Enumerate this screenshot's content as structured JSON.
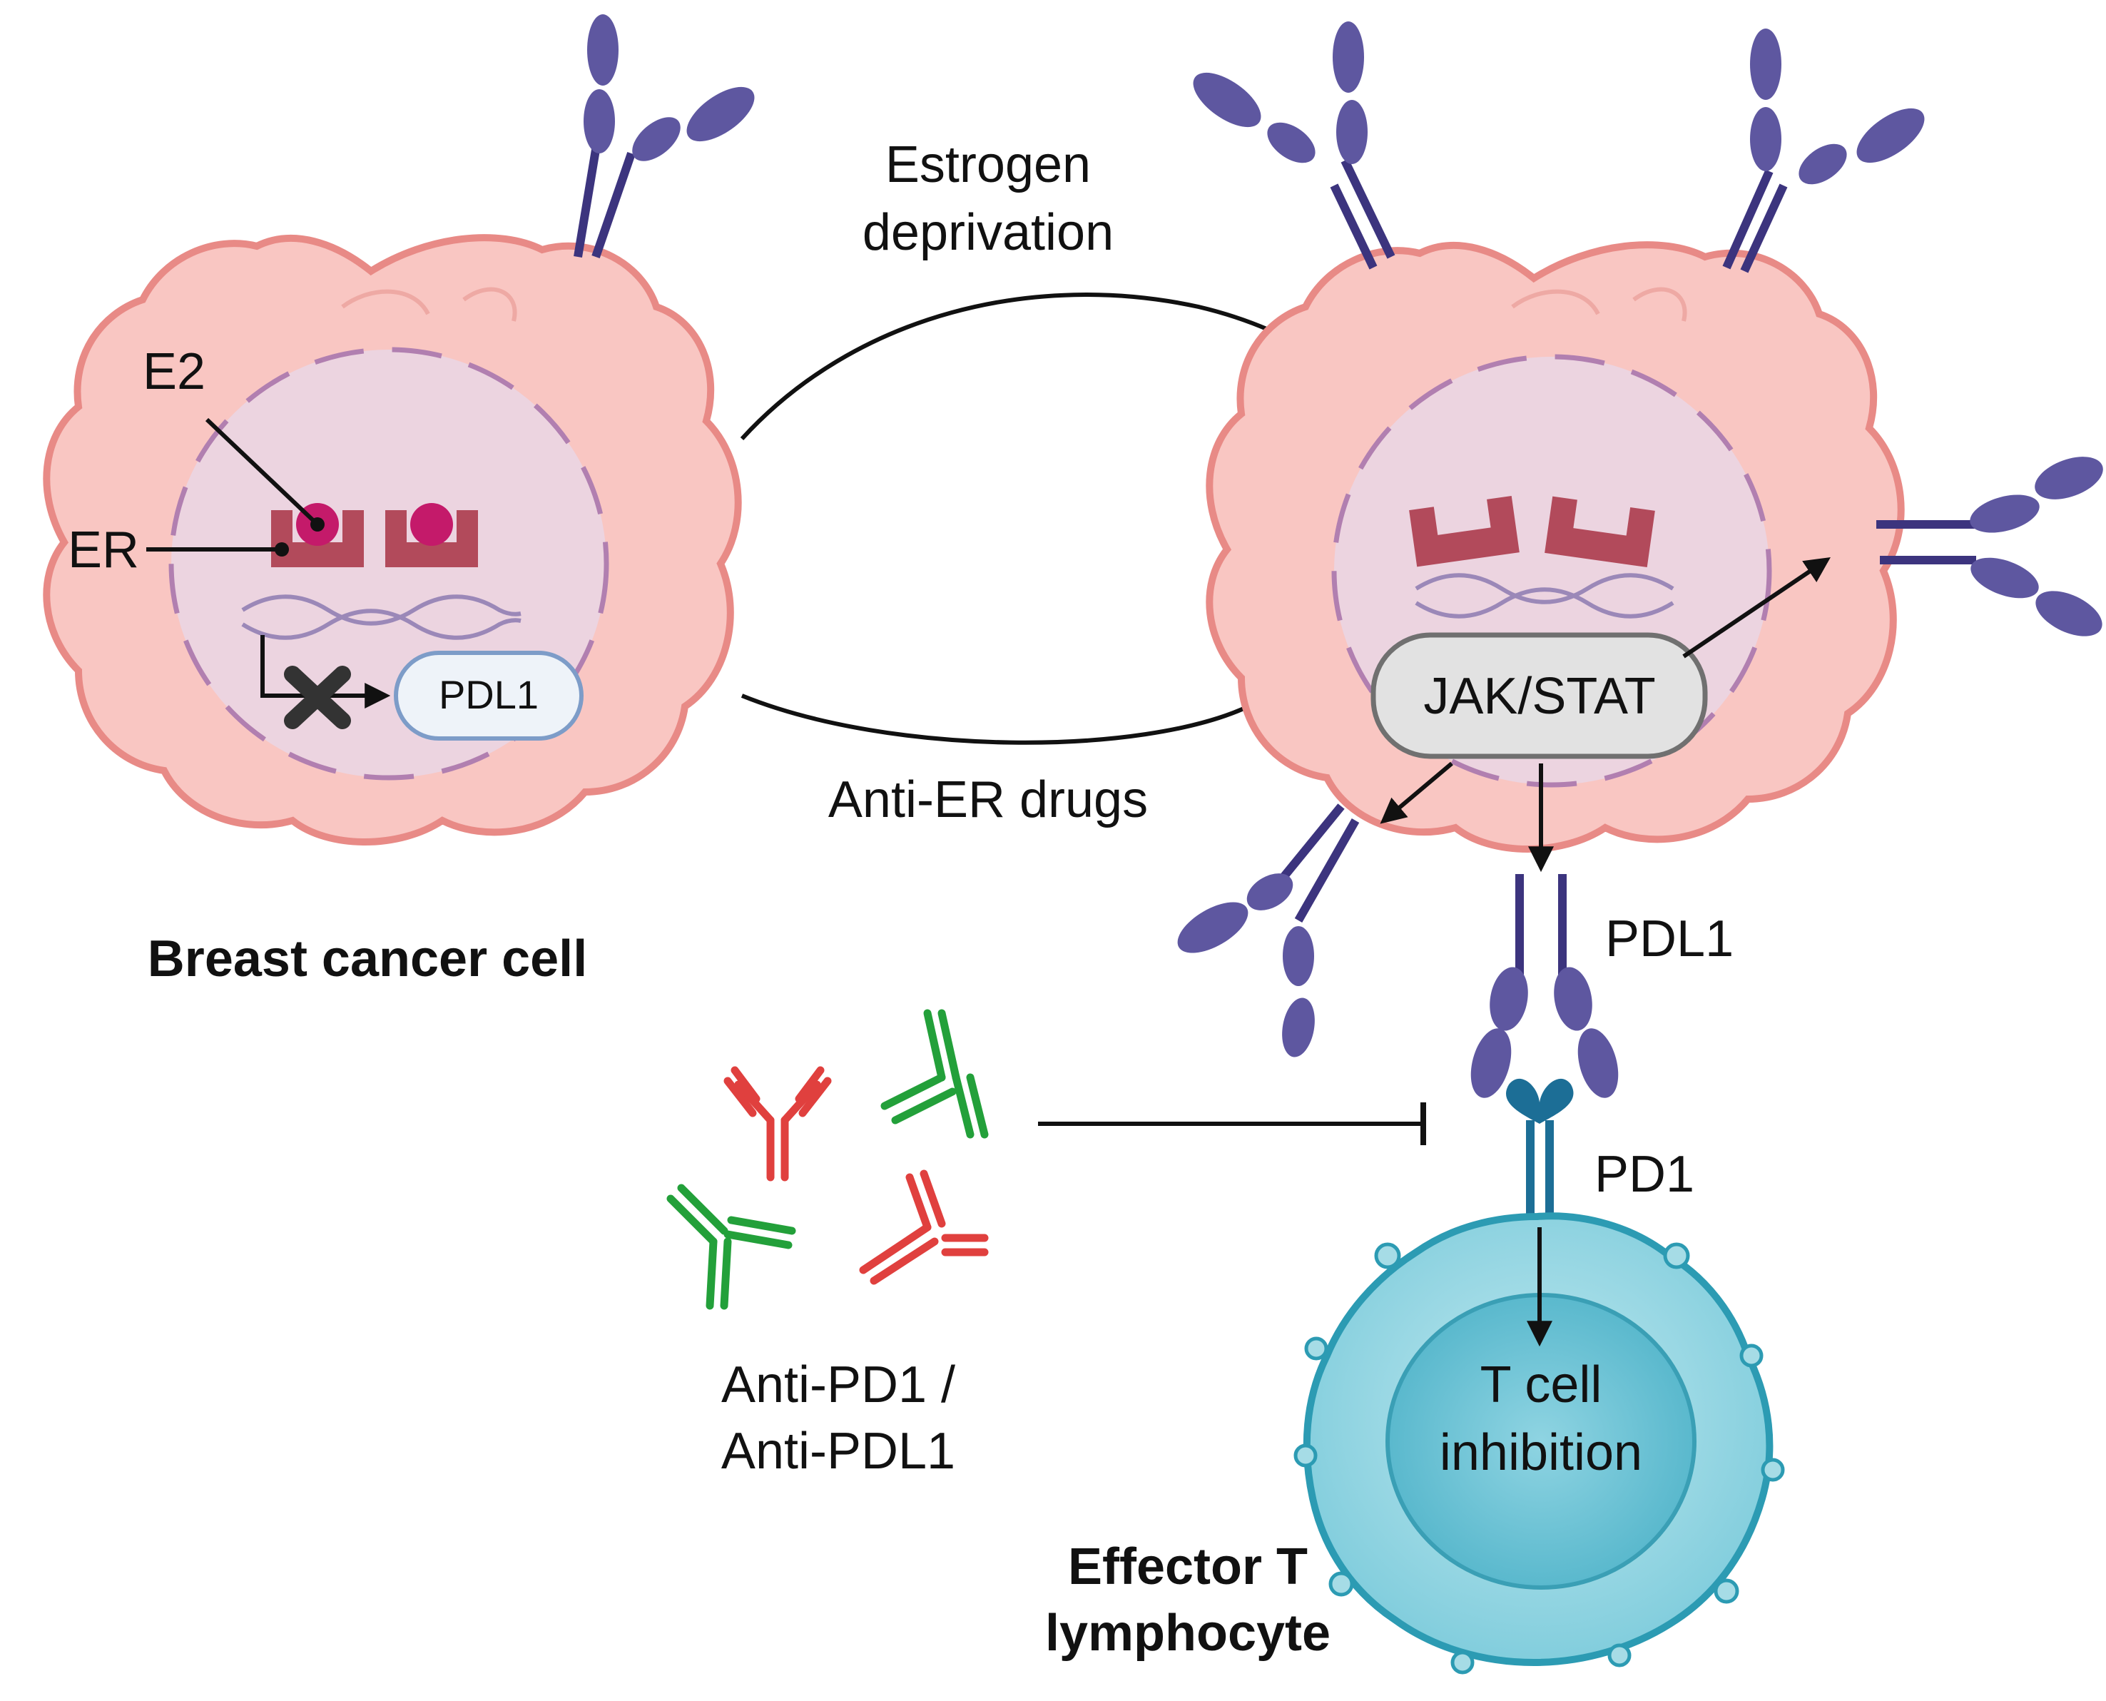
{
  "labels": {
    "e2": "E2",
    "er": "ER",
    "pdl1_box": "PDL1",
    "estrogen_line1": "Estrogen",
    "estrogen_line2": "deprivation",
    "anti_er": "Anti-ER drugs",
    "jak_stat": "JAK/STAT",
    "pdl1_surface": "PDL1",
    "pd1": "PD1",
    "breast_cell_title": "Breast cancer cell",
    "effector_line1": "Effector T",
    "effector_line2": "lymphocyte",
    "antibody_line1": "Anti-PD1 /",
    "antibody_line2": "Anti-PDL1",
    "tcell_line1": "T cell",
    "tcell_line2": "inhibition"
  },
  "colors": {
    "cell_fill": "#f9c6c2",
    "cell_outline": "#e88a86",
    "nucleus_fill": "#ecd4e0",
    "nucleus_dash": "#b17fb0",
    "receptor": "#b24a5b",
    "estradiol": "#c41a6a",
    "dna": "#9b88b8",
    "protein": "#5e57a0",
    "pd1": "#1c6e96",
    "tcell": "#73c6d6",
    "tcell_outline": "#2c9bb3",
    "antibody_red": "#e0403e",
    "antibody_green": "#23a03a",
    "arrow": "#111111"
  }
}
